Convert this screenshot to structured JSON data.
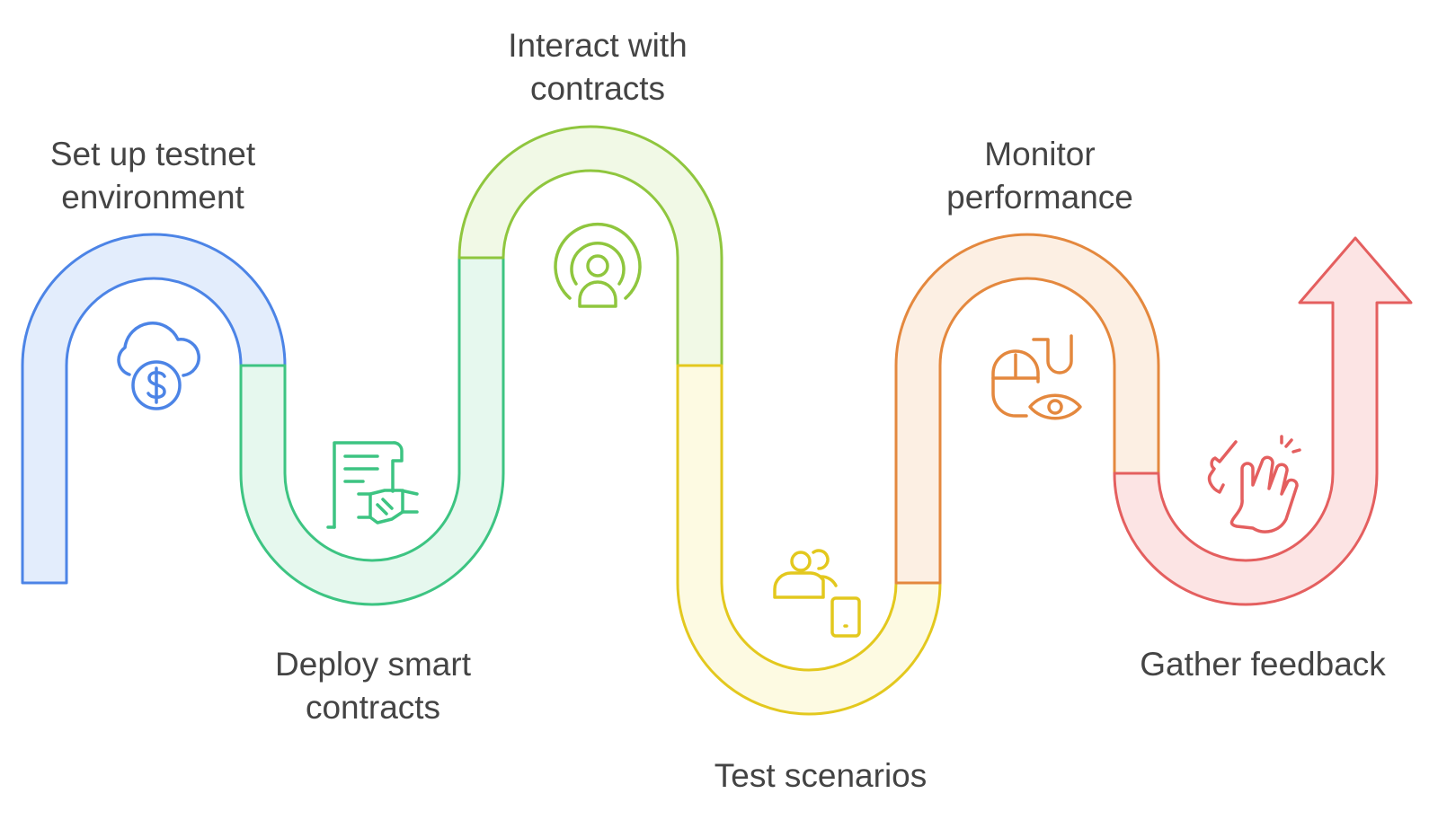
{
  "steps": [
    {
      "id": "setup",
      "title_lines": [
        "Set up testnet",
        "environment"
      ],
      "icon": "cloud-dollar-icon",
      "stroke": "#4C84E6",
      "fill": "#E3EDFC"
    },
    {
      "id": "deploy",
      "title_lines": [
        "Deploy smart",
        "contracts"
      ],
      "icon": "contract-handshake-icon",
      "stroke": "#3DC482",
      "fill": "#E6F8EE"
    },
    {
      "id": "interact",
      "title_lines": [
        "Interact with",
        "contracts"
      ],
      "icon": "broadcast-user-icon",
      "stroke": "#8FC63E",
      "fill": "#F1F9E6"
    },
    {
      "id": "test",
      "title_lines": [
        "Test scenarios"
      ],
      "icon": "users-mobile-icon",
      "stroke": "#E3C81E",
      "fill": "#FDFAE2"
    },
    {
      "id": "monitor",
      "title_lines": [
        "Monitor",
        "performance"
      ],
      "icon": "mouse-eye-icon",
      "stroke": "#E4883E",
      "fill": "#FCEFE3"
    },
    {
      "id": "feedback",
      "title_lines": [
        "Gather feedback"
      ],
      "icon": "clapping-hands-icon",
      "stroke": "#E45F5F",
      "fill": "#FCE4E4"
    }
  ]
}
